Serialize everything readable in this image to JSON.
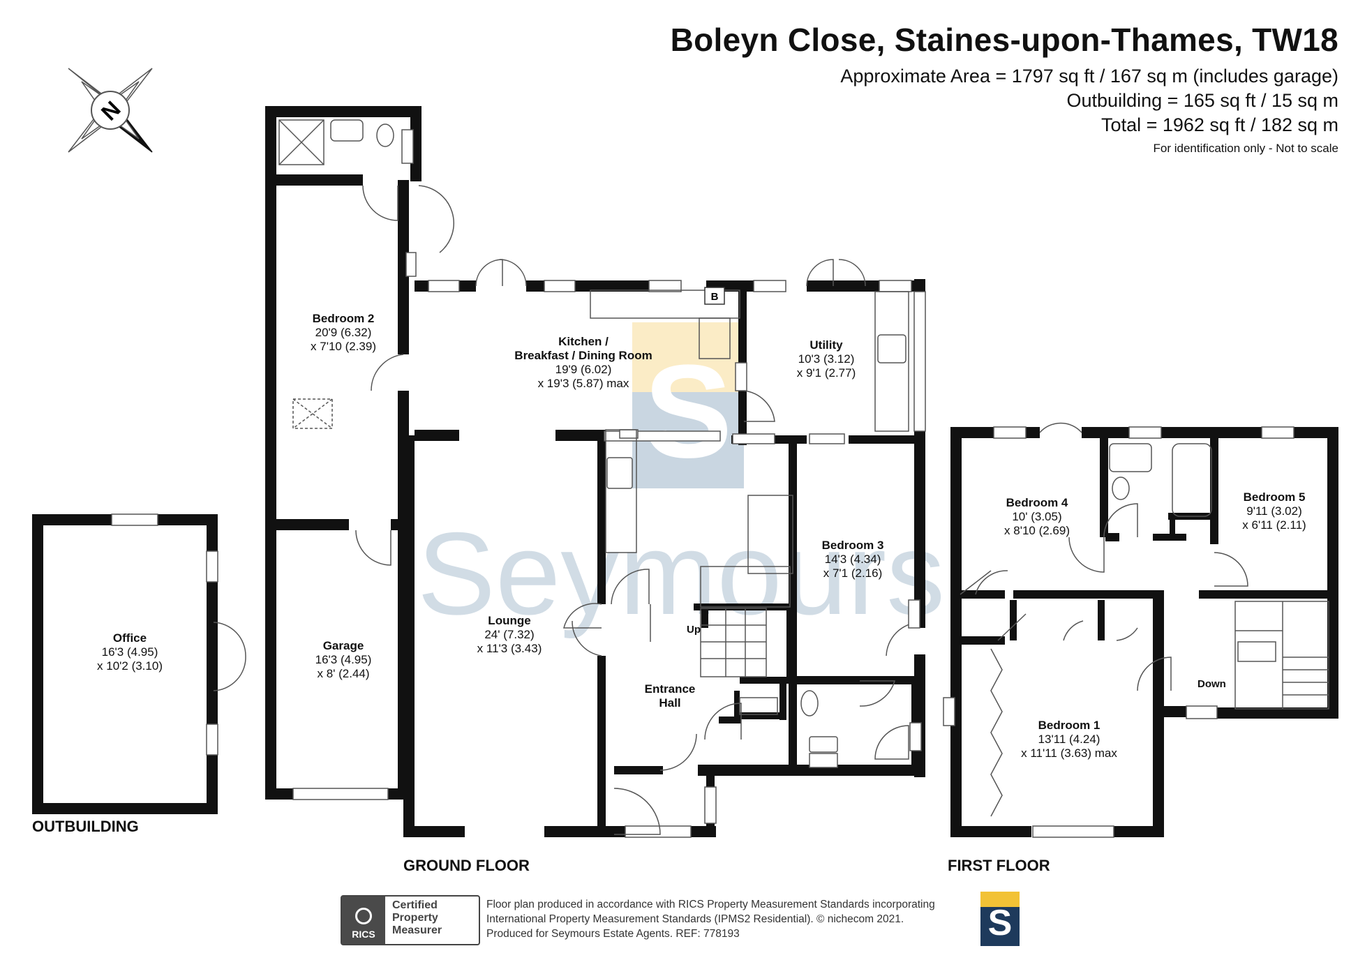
{
  "header": {
    "title": "Boleyn Close, Staines-upon-Thames, TW18",
    "approx_area": "Approximate Area = 1797 sq ft / 167 sq m (includes garage)",
    "outbuilding_area": "Outbuilding = 165 sq ft / 15 sq m",
    "total_area": "Total = 1962 sq ft / 182 sq m",
    "disclaimer": "For identification only - Not to scale"
  },
  "compass": {
    "label": "N",
    "icon": "compass-north-icon"
  },
  "floors": {
    "outbuilding": "OUTBUILDING",
    "ground": "GROUND FLOOR",
    "first": "FIRST FLOOR"
  },
  "rooms": {
    "office": {
      "name": "Office",
      "dim1": "16'3 (4.95)",
      "dim2": "x 10'2 (3.10)"
    },
    "bedroom2": {
      "name": "Bedroom 2",
      "dim1": "20'9 (6.32)",
      "dim2": "x 7'10 (2.39)"
    },
    "garage": {
      "name": "Garage",
      "dim1": "16'3 (4.95)",
      "dim2": "x 8' (2.44)"
    },
    "kitchen": {
      "name1": "Kitchen /",
      "name2": "Breakfast / Dining Room",
      "dim1": "19'9 (6.02)",
      "dim2": "x 19'3 (5.87) max"
    },
    "utility": {
      "name": "Utility",
      "dim1": "10'3 (3.12)",
      "dim2": "x 9'1 (2.77)"
    },
    "lounge": {
      "name": "Lounge",
      "dim1": "24' (7.32)",
      "dim2": "x 11'3 (3.43)"
    },
    "bedroom3": {
      "name": "Bedroom 3",
      "dim1": "14'3 (4.34)",
      "dim2": "x 7'1 (2.16)"
    },
    "entrance": {
      "name1": "Entrance",
      "name2": "Hall"
    },
    "bedroom4": {
      "name": "Bedroom 4",
      "dim1": "10' (3.05)",
      "dim2": "x 8'10 (2.69)"
    },
    "bedroom5": {
      "name": "Bedroom 5",
      "dim1": "9'11 (3.02)",
      "dim2": "x 6'11 (2.11)"
    },
    "bedroom1": {
      "name": "Bedroom 1",
      "dim1": "13'11 (4.24)",
      "dim2": "x 11'11 (3.63) max"
    }
  },
  "markers": {
    "up": "Up",
    "down": "Down",
    "boiler": "B"
  },
  "watermark": {
    "text": "Seymours",
    "letter": "S"
  },
  "footer": {
    "line1": "Floor plan produced in accordance with RICS Property Measurement Standards incorporating",
    "line2": "International Property Measurement Standards (IPMS2 Residential).   © nichecom 2021.",
    "line3": "Produced for Seymours Estate Agents.   REF:  778193",
    "rics_logo": "RICS",
    "rics1": "Certified",
    "rics2": "Property",
    "rics3": "Measurer",
    "logo_letter": "S"
  },
  "colors": {
    "wall": "#111111",
    "watermark": "#c9d6e1",
    "logo_navy": "#1e3a5c",
    "logo_yellow": "#f2c236",
    "watermark_yellow": "#fbecc6"
  }
}
